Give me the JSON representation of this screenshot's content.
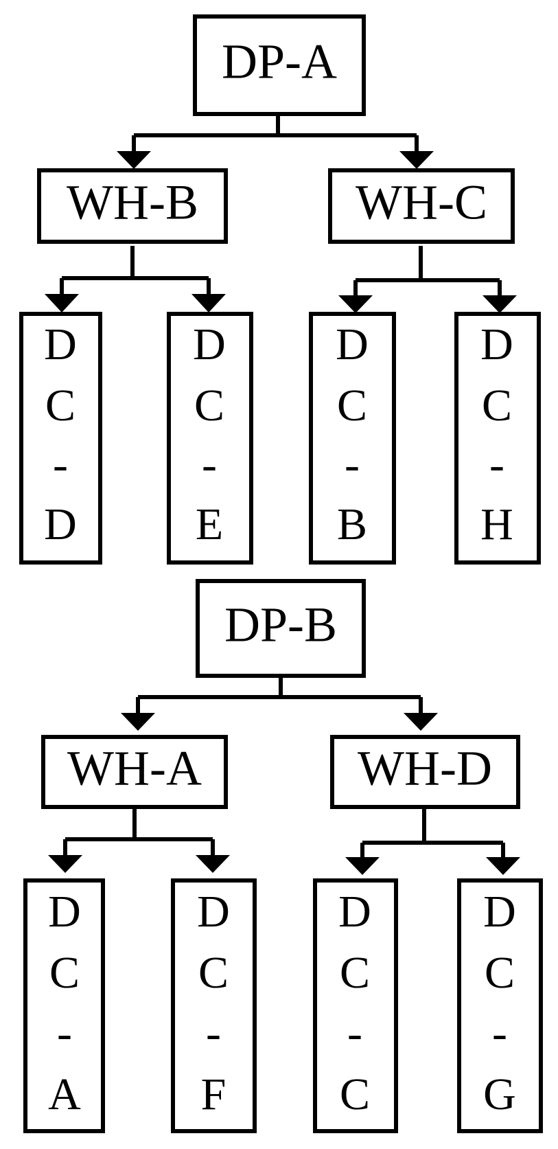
{
  "diagram": {
    "trees": [
      {
        "root": "DP-A",
        "children": [
          {
            "label": "WH-B",
            "leaves": [
              {
                "chars": [
                  "D",
                  "C",
                  "-",
                  "D"
                ]
              },
              {
                "chars": [
                  "D",
                  "C",
                  "-",
                  "E"
                ]
              }
            ]
          },
          {
            "label": "WH-C",
            "leaves": [
              {
                "chars": [
                  "D",
                  "C",
                  "-",
                  "B"
                ]
              },
              {
                "chars": [
                  "D",
                  "C",
                  "-",
                  "H"
                ]
              }
            ]
          }
        ]
      },
      {
        "root": "DP-B",
        "children": [
          {
            "label": "WH-A",
            "leaves": [
              {
                "chars": [
                  "D",
                  "C",
                  "-",
                  "A"
                ]
              },
              {
                "chars": [
                  "D",
                  "C",
                  "-",
                  "F"
                ]
              }
            ]
          },
          {
            "label": "WH-D",
            "leaves": [
              {
                "chars": [
                  "D",
                  "C",
                  "-",
                  "C"
                ]
              },
              {
                "chars": [
                  "D",
                  "C",
                  "-",
                  "G"
                ]
              }
            ]
          }
        ]
      }
    ]
  }
}
